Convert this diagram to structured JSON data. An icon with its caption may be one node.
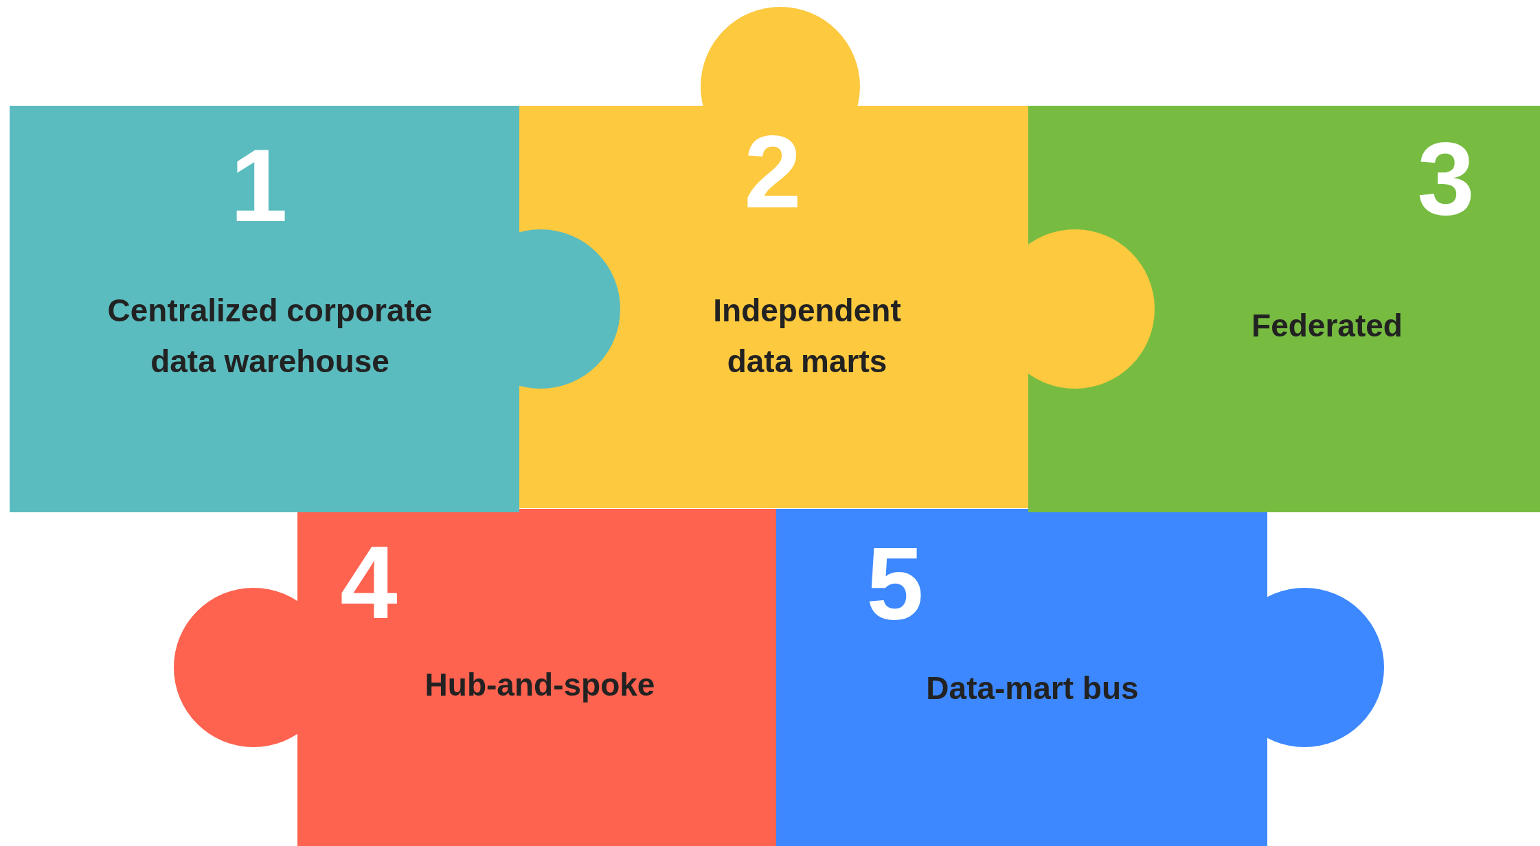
{
  "diagram": {
    "nodes": [
      {
        "text": [
          "1",
          "Centralized corporate data warehouse"
        ]
      },
      {
        "text": [
          "2",
          "Independent data marts"
        ]
      },
      {
        "text": [
          "3",
          "Federated"
        ]
      },
      {
        "text": [
          "4",
          "Hub-and-spoke"
        ]
      },
      {
        "text": [
          "5",
          "Data-mart bus"
        ]
      }
    ]
  }
}
